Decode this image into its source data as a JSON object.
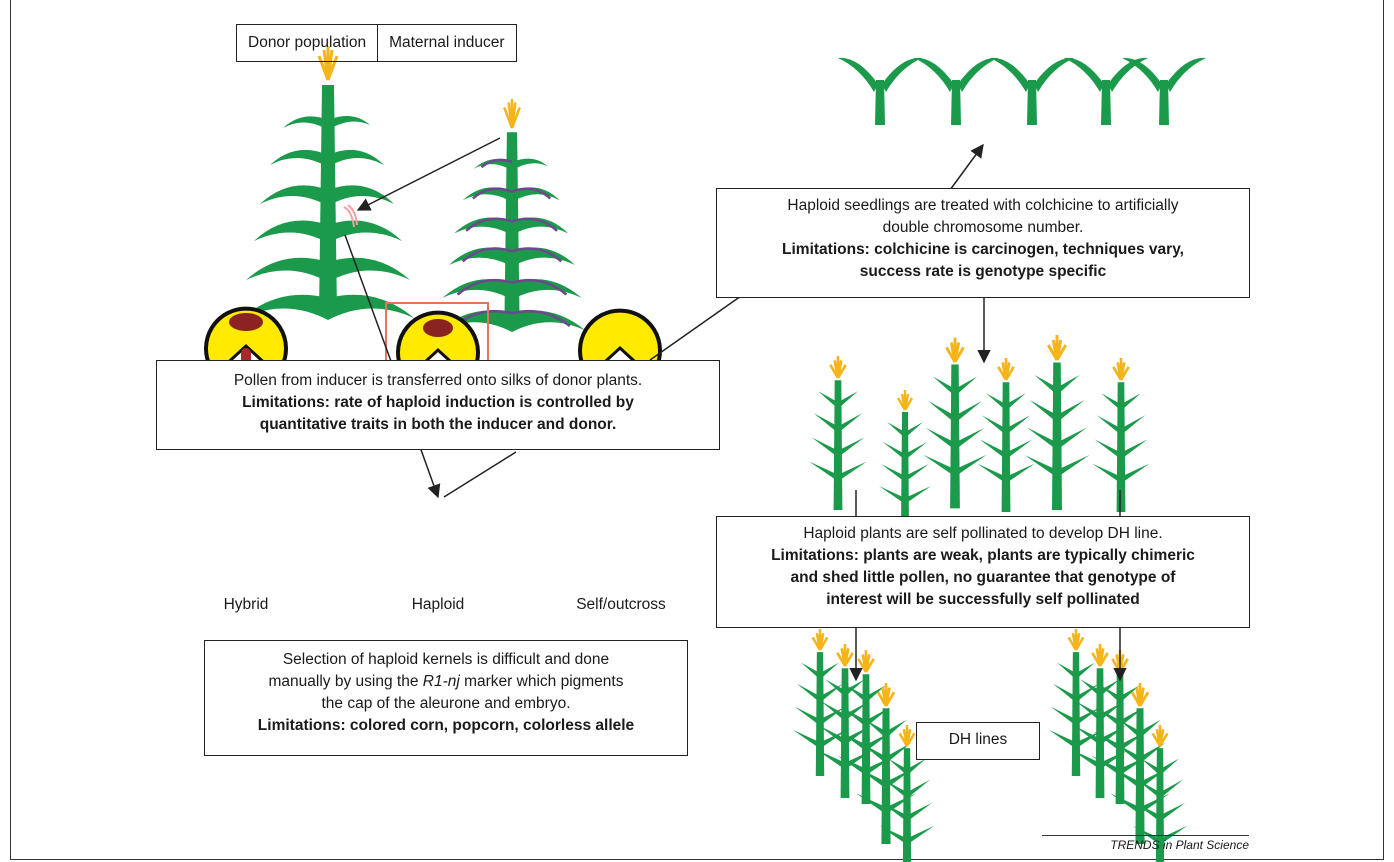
{
  "header": {
    "donor": "Donor population",
    "inducer": "Maternal inducer"
  },
  "pollen_box": {
    "text": "Pollen from inducer is transferred onto silks of donor plants.",
    "limitation_1": "Limitations: rate of haploid induction is controlled by",
    "limitation_2": "quantitative traits in both the inducer and donor."
  },
  "colchicine_box": {
    "text_1": "Haploid seedlings are treated with colchicine to artificially",
    "text_2": "double chromosome number.",
    "limitation_1": "Limitations: colchicine is carcinogen, techniques vary,",
    "limitation_2": "success rate is genotype specific"
  },
  "self_box": {
    "text": "Haploid plants are self pollinated to develop DH line.",
    "limitation_1": "Limitations: plants are weak, plants are typically chimeric",
    "limitation_2": "and shed little pollen, no guarantee that genotype of",
    "limitation_3": "interest will be successfully self pollinated"
  },
  "selection_box": {
    "line_1": "Selection of haploid kernels is difficult and done",
    "line_2_pre": "manually by using the ",
    "marker": "R1-nj",
    "line_2_post": " marker which pigments",
    "line_3": "the cap of the aleurone and embryo.",
    "limitation": "Limitations: colored corn,  popcorn, colorless allele"
  },
  "kernels": {
    "hybrid": "Hybrid",
    "haploid": "Haploid",
    "self": "Self/outcross"
  },
  "dh_lines": "DH lines",
  "credit": "TRENDS in Plant Science",
  "colors": {
    "plant": "#1a9a4a",
    "tassel": "#f4b41a",
    "stripe": "#6a4a8a",
    "kernel": "#ffea00",
    "pigment": "#a52a2a",
    "highlight": "#e8735a"
  }
}
